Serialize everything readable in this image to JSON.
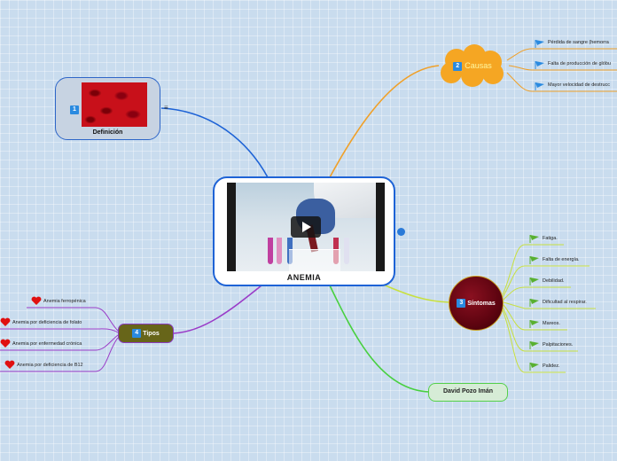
{
  "central": {
    "title": "ANEMIA"
  },
  "definicion": {
    "badge": "1",
    "label": "Definición",
    "note_icon": "≡"
  },
  "causas": {
    "badge": "2",
    "label": "Causas",
    "items": [
      "Pérdida de sangre (hemorra",
      "Falta de producción de glóbu",
      "Mayor velocidad de destrucc"
    ]
  },
  "sintomas": {
    "badge": "3",
    "label": "Síntomas",
    "items": [
      "Fatiga.",
      "Falta de energía.",
      "Debilidad.",
      "Dificultad al respirar.",
      "Mareos.",
      "Palpitaciones.",
      "Palidez."
    ]
  },
  "tipos": {
    "badge": "4",
    "label": "Tipos",
    "items": [
      "Anemia ferropénica",
      "Anemia por deficiencia de folato",
      "Anemia por enfermedad crónica",
      "Anemia por deficiencia de B12"
    ]
  },
  "author": {
    "label": "David Pozo Imán"
  },
  "colors": {
    "definicion_branch": "#1e63d6",
    "causas_branch": "#f0a028",
    "sintomas_branch": "#c8e040",
    "tipos_branch": "#9a3cc8",
    "author_branch": "#48d040",
    "causas_flag": "#2a8ae0",
    "sintomas_flag": "#58b030",
    "heart": "#e01010"
  },
  "icons": {
    "video": "play-icon",
    "causas_leaf": "blue-flag-icon",
    "sintomas_leaf": "green-flag-icon",
    "tipos_leaf": "heart-icon",
    "central_link": "link-icon"
  }
}
